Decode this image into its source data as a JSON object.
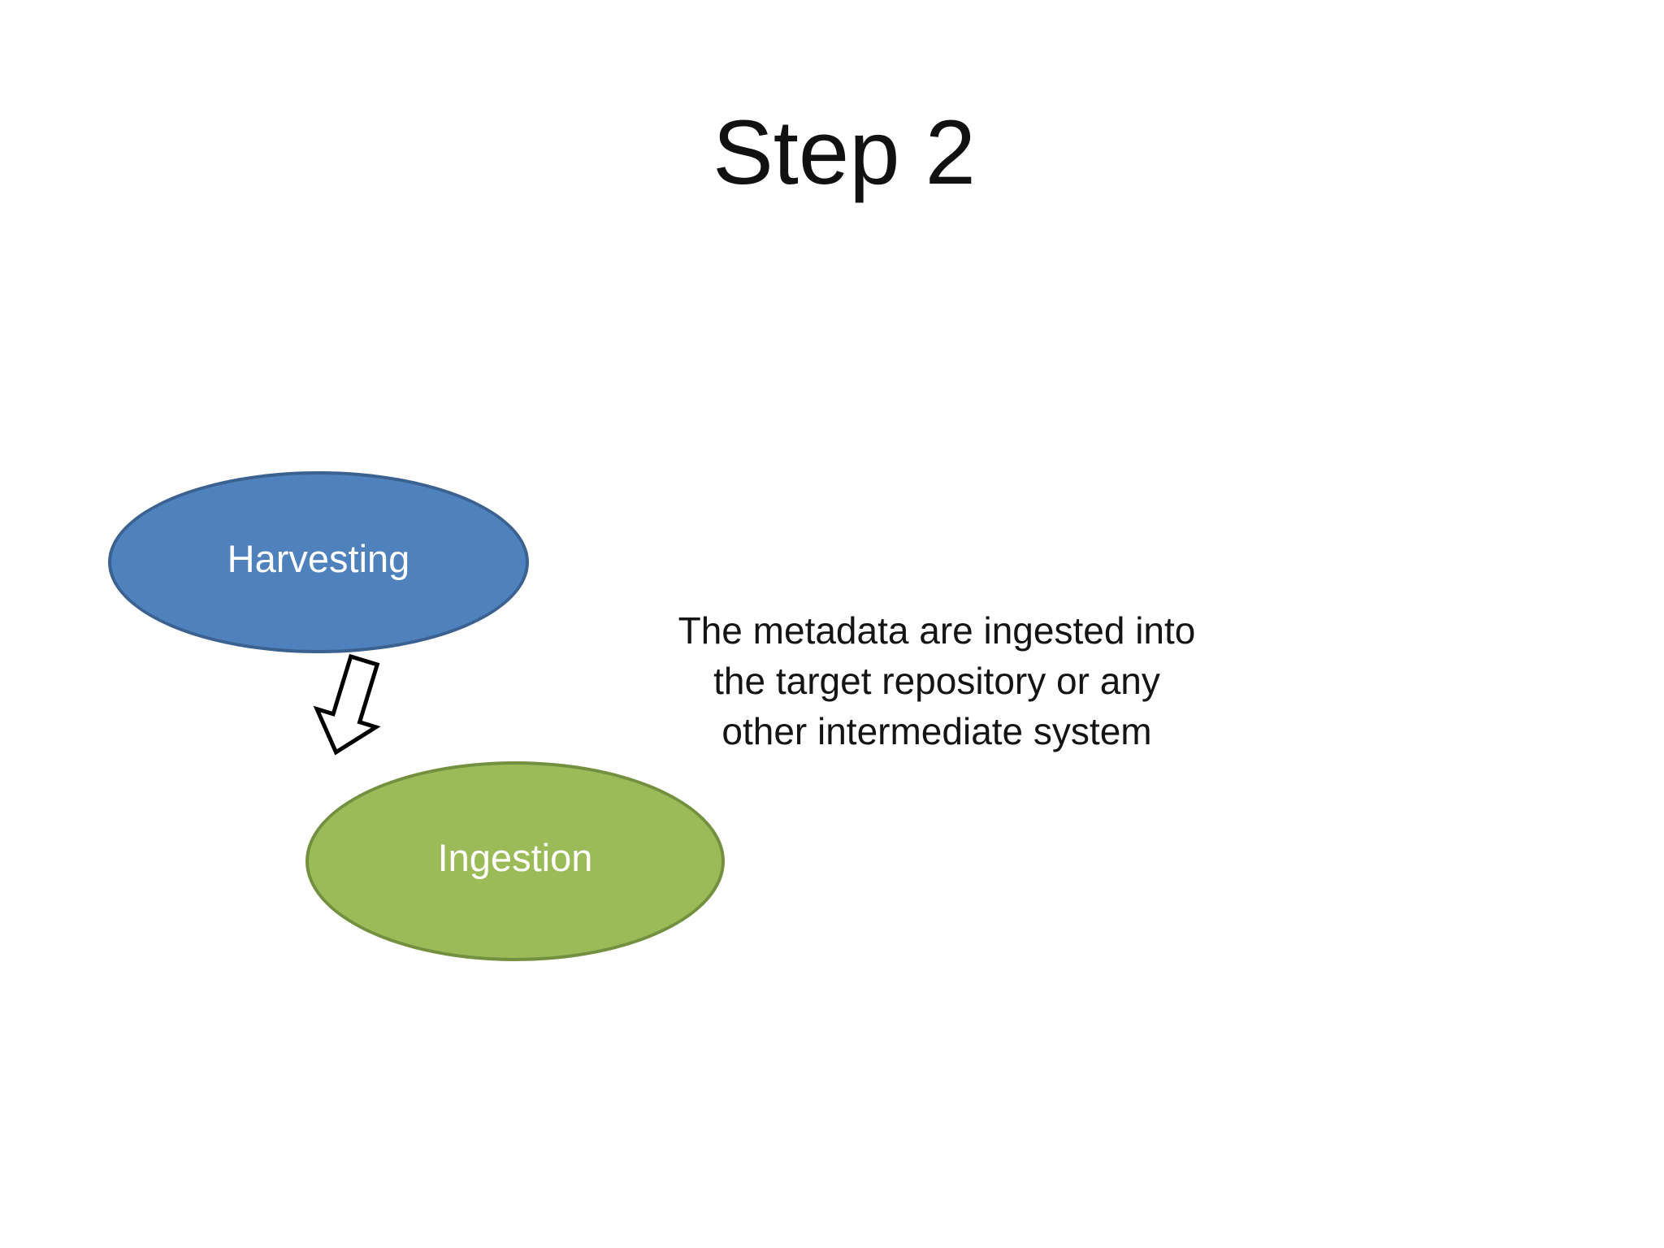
{
  "slide": {
    "title": "Step 2",
    "background_color": "#ffffff"
  },
  "diagram": {
    "nodes": [
      {
        "id": "harvesting",
        "label": "Harvesting",
        "shape": "ellipse",
        "fill_color": "#4F81BD",
        "stroke_color": "#3A6190",
        "text_color": "#ffffff"
      },
      {
        "id": "ingestion",
        "label": "Ingestion",
        "shape": "ellipse",
        "fill_color": "#9BBB59",
        "stroke_color": "#73903F",
        "text_color": "#ffffff"
      }
    ],
    "connector": {
      "type": "block-arrow",
      "from": "harvesting",
      "to": "ingestion",
      "direction": "down-right",
      "fill_color": "#ffffff",
      "stroke_color": "#000000"
    }
  },
  "annotation": {
    "text": "The metadata are ingested into\nthe target repository or any\nother intermediate system"
  }
}
